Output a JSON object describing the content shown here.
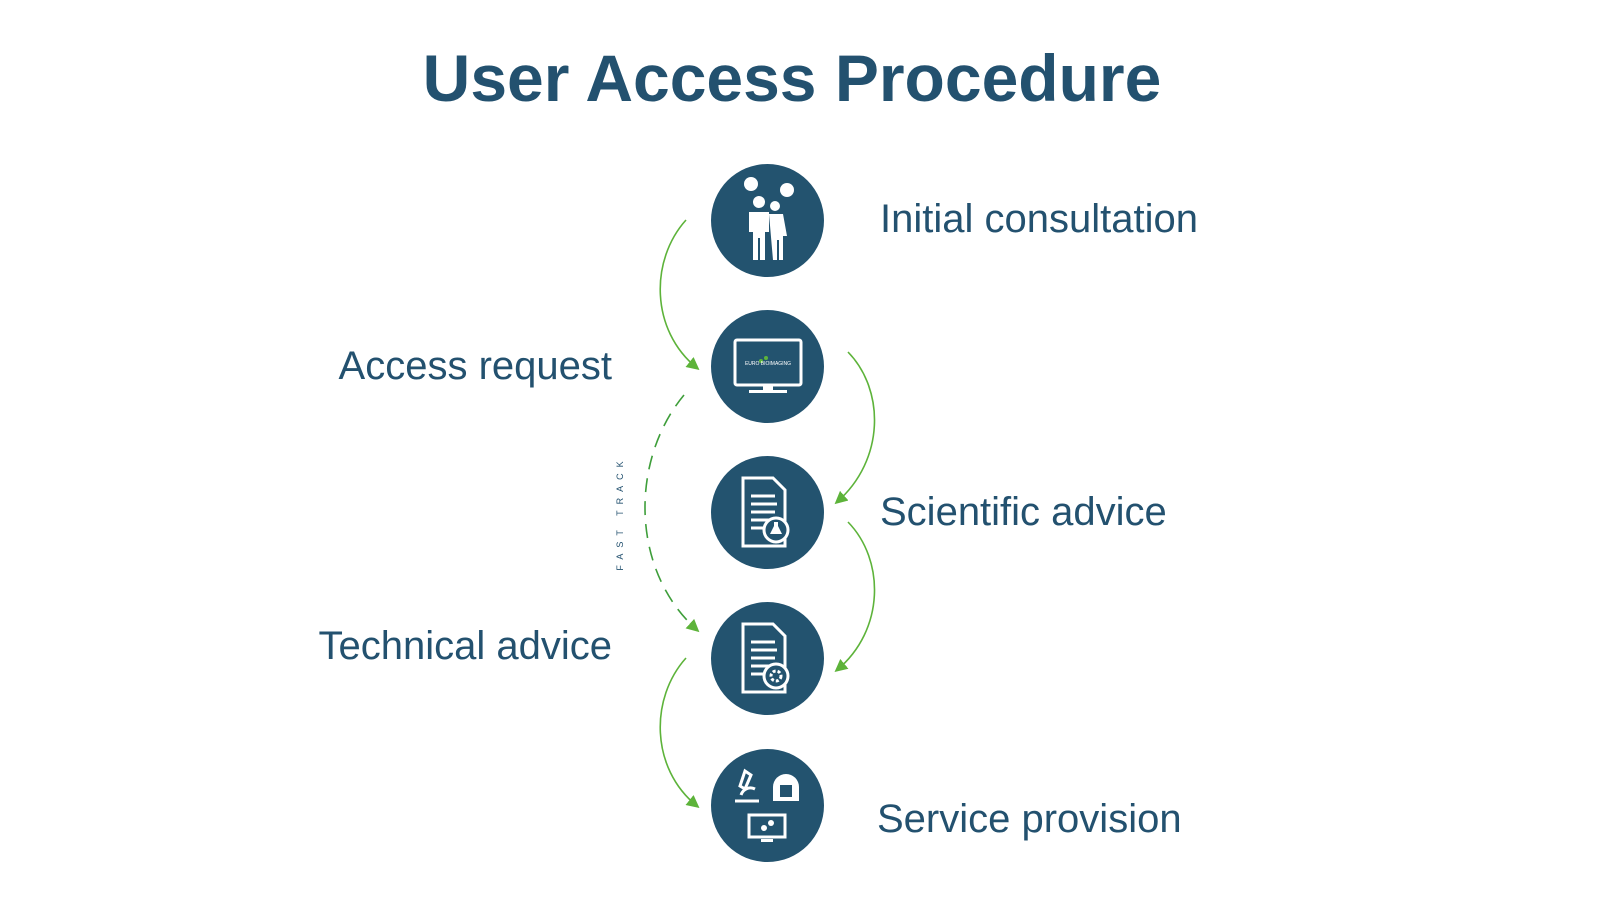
{
  "title": "User Access Procedure",
  "steps": [
    {
      "label": "Initial consultation",
      "icon": "people-talking-icon"
    },
    {
      "label": "Access request",
      "icon": "monitor-icon",
      "screen_text": "EURO BIOIMAGING"
    },
    {
      "label": "Scientific advice",
      "icon": "document-flask-icon"
    },
    {
      "label": "Technical advice",
      "icon": "document-gear-icon"
    },
    {
      "label": "Service provision",
      "icon": "microscope-scanner-icon"
    }
  ],
  "fast_track_label": "FAST TRACK",
  "colors": {
    "primary": "#23536f",
    "arrow": "#5db33a"
  }
}
